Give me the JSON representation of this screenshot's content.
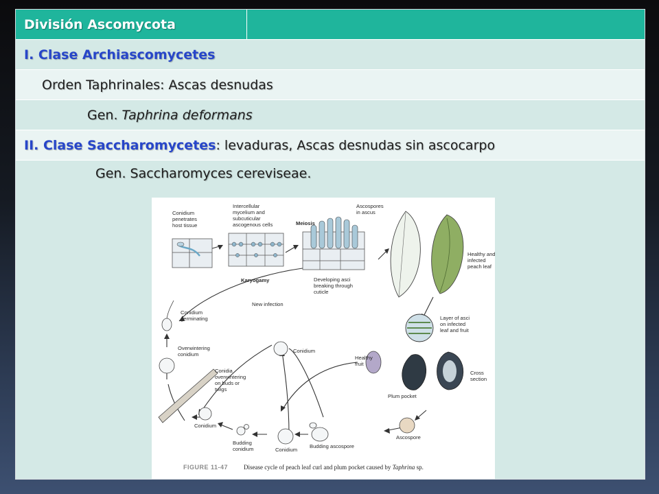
{
  "table": {
    "header": "División  Ascomycota",
    "rows": [
      {
        "segments": [
          {
            "text": "I. Clase Archiascomycetes",
            "style": "blue"
          }
        ]
      },
      {
        "segments": [
          {
            "text": "Orden Taphrinales: Ascas desnudas",
            "style": "dark"
          }
        ]
      },
      {
        "segments": [
          {
            "text": "Gen. ",
            "style": "dark"
          },
          {
            "text": "Taphrina deformans",
            "style": "dark-italic"
          }
        ]
      },
      {
        "segments": [
          {
            "text": "II. Clase Saccharomycetes",
            "style": "blue"
          },
          {
            "text": ": levaduras, Ascas desnudas sin ascocarpo",
            "style": "dark"
          }
        ]
      },
      {
        "segments": [
          {
            "text": "Gen. Saccharomyces cereviseae.",
            "style": "dark"
          }
        ]
      }
    ]
  },
  "figure": {
    "labels": {
      "conidium_penetrates": [
        "Conidium",
        "penetrates",
        "host tissue"
      ],
      "intercellular": [
        "Intercellular",
        "mycelium and",
        "subcuticular",
        "ascogenous cells"
      ],
      "meiosis": "Meiosis",
      "ascospores_in_ascus": [
        "Ascospores",
        "in ascus"
      ],
      "healthy_infected": [
        "Healthy and",
        "infected",
        "peach leaf"
      ],
      "karyogamy": "Karyogamy",
      "developing_asci": [
        "Developing asci",
        "breaking through",
        "cuticle"
      ],
      "new_infection": "New infection",
      "conidium_germinating": [
        "Conidium",
        "germinating"
      ],
      "layer_of_asci": [
        "Layer of asci",
        "on infected",
        "leaf and fruit"
      ],
      "overwintering_conidium": [
        "Overwintering",
        "conidium"
      ],
      "conidium_mid": "Conidium",
      "conidia_overwintering": [
        "Conidia",
        "overwintering",
        "on buds or",
        "twigs"
      ],
      "healthy_fruit": [
        "Healthy",
        "fruit"
      ],
      "cross_section": [
        "Cross",
        "section"
      ],
      "plum_pocket": "Plum pocket",
      "conidium_twig": "Conidium",
      "budding_conidium": [
        "Budding",
        "conidium"
      ],
      "conidium_bottom": "Conidium",
      "budding_ascospore": "Budding ascospore",
      "ascospore": "Ascospore"
    },
    "caption_number": "FIGURE 11-47",
    "caption_text": "Disease cycle of peach leaf curl and plum pocket caused by ",
    "caption_italic": "Taphrina",
    "caption_tail": " sp."
  }
}
